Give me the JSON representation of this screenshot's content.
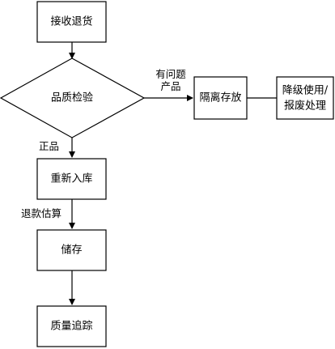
{
  "nodes": {
    "receive_return": "接收退货",
    "quality_check": "品质检验",
    "isolate_store": "隔离存放",
    "downgrade_scrap_line1": "降级使用/",
    "downgrade_scrap_line2": "报废处理",
    "restock": "重新入库",
    "storage": "储存",
    "quality_trace": "质量追踪"
  },
  "edge_labels": {
    "problem_line1": "有问题",
    "problem_line2": "产品",
    "genuine": "正品",
    "refund_estimate": "退款估算"
  }
}
